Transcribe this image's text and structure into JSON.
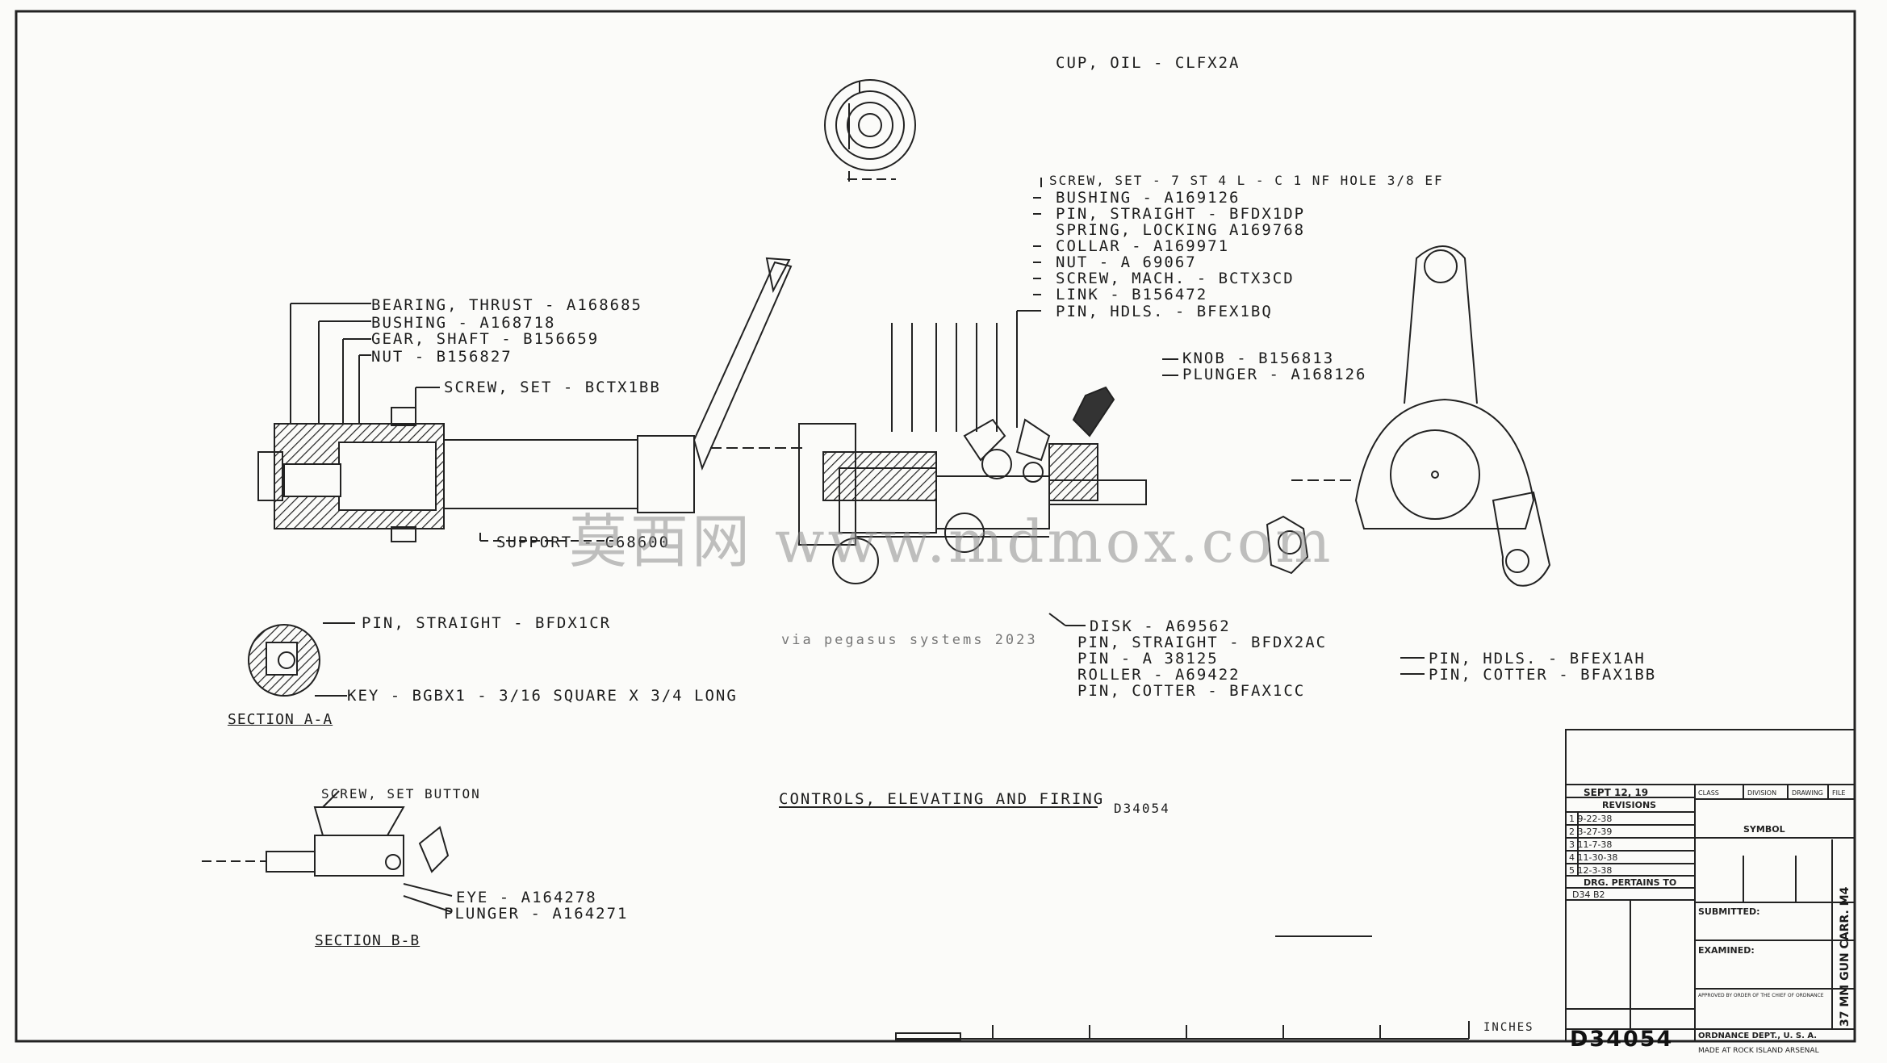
{
  "drawing": {
    "title": "CONTROLS, ELEVATING AND FIRING",
    "title_ref": "D34054",
    "number": "D34054",
    "section_a": "SECTION A-A",
    "section_b": "SECTION B-B"
  },
  "labels": {
    "cup_oil": "CUP, OIL - CLFX2A",
    "bearing_thrust": "BEARING, THRUST - A168685",
    "bushing_1": "BUSHING - A168718",
    "gear_shaft": "GEAR, SHAFT - B156659",
    "nut_1": "NUT - B156827",
    "screw_set_1": "SCREW, SET - BCTX1BB",
    "support": "SUPPORT - C68600",
    "pin_straight_1": "PIN, STRAIGHT - BFDX1CR",
    "key": "KEY - BGBX1 - 3/16 SQUARE X 3/4 LONG",
    "screw_set_top": "SCREW, SET - 7 ST 4 L - C 1 NF HOLE 3/8 EF",
    "bushing_2": "BUSHING - A169126",
    "pin_straight_2": "PIN, STRAIGHT - BFDX1DP",
    "spring_locking": "SPRING, LOCKING A169768",
    "collar": "COLLAR - A169971",
    "nut_2": "NUT - A 69067",
    "screw_mach": "SCREW, MACH. - BCTX3CD",
    "link": "LINK - B156472",
    "pin_hdls_1": "PIN, HDLS. - BFEX1BQ",
    "knob": "KNOB - B156813",
    "plunger_1": "PLUNGER - A168126",
    "disk": "DISK - A69562",
    "pin_straight_3": "PIN, STRAIGHT - BFDX2AC",
    "pin_a": "PIN - A 38125",
    "roller": "ROLLER - A69422",
    "pin_cotter_1": "PIN, COTTER - BFAX1CC",
    "pin_hdls_2": "PIN, HDLS. - BFEX1AH",
    "pin_cotter_2": "PIN, COTTER - BFAX1BB",
    "screw_set_button": "SCREW, SET BUTTON",
    "eye": "EYE - A164278",
    "plunger_2": "PLUNGER - A164271",
    "inches": "INCHES"
  },
  "watermark": {
    "text": "莫西网 www.mdmox.com",
    "via": "via pegasus systems 2023"
  },
  "title_block": {
    "date": "SEPT 12, 19",
    "revisions_head": "REVISIONS",
    "revisions": [
      "1  9-22-38",
      "2  3-27-39",
      "3  11-7-38",
      "4  11-30-38",
      "5  12-3-38"
    ],
    "drg_pertains": "DRG. PERTAINS TO",
    "pertains_value": "D34 B2",
    "col_class": "CLASS",
    "col_division": "DIVISION",
    "col_drawing": "DRAWING",
    "col_file": "FILE",
    "symbol": "SYMBOL",
    "submitted": "SUBMITTED:",
    "examined": "EXAMINED:",
    "approved": "APPROVED BY ORDER OF THE CHIEF OF ORDNANCE",
    "ordnance": "ORDNANCE DEPT., U. S. A.",
    "made_at": "MADE AT ROCK ISLAND ARSENAL",
    "vertical": "37 MM GUN CARR. M4"
  },
  "colors": {
    "ink": "#1a1a1a",
    "paper": "#fbfbf9",
    "watermark": "#8c8c8c"
  }
}
